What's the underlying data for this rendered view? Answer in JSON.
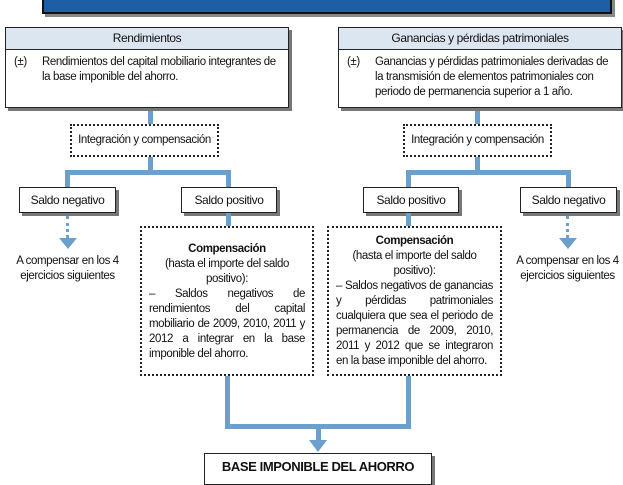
{
  "left": {
    "header": "Rendimientos",
    "sign": "(±)",
    "body": "Rendimientos del capital mobiliario integrantes de la base imponible del ahorro.",
    "integration": "Integración y compensación",
    "negative_label": "Saldo negativo",
    "positive_label": "Saldo positivo",
    "negative_note": "A compensar en los 4 ejercicios siguientes",
    "comp_title": "Compensación",
    "comp_sub": "(hasta el importe del saldo positivo):",
    "comp_body": "– Saldos negativos de rendimientos del capital mobiliario de 2009, 2010, 2011 y 2012 a integrar en la base imponible del ahorro."
  },
  "right": {
    "header": "Ganancias y pérdidas patrimoniales",
    "sign": "(±)",
    "body": "Ganancias y pérdidas patrimoniales derivadas de la transmisión de elementos patrimoniales con periodo de permanencia superior a 1 año.",
    "integration": "Integración y compensación",
    "negative_label": "Saldo negativo",
    "positive_label": "Saldo positivo",
    "negative_note": "A compensar en los 4 ejercicios siguientes",
    "comp_title": "Compensación",
    "comp_sub": "(hasta el importe del saldo positivo):",
    "comp_body": "– Saldos negativos de ganancias y pérdidas patrimoniales cualquiera que sea el periodo de permanencia de 2009, 2010, 2011 y 2012 que se integraron en la base imponible del ahorro."
  },
  "result": "BASE IMPONIBLE DEL AHORRO",
  "colors": {
    "connector": "#6aa0cb",
    "title_bar": "#1d5fa6",
    "header_bg": "#dce6f0"
  }
}
